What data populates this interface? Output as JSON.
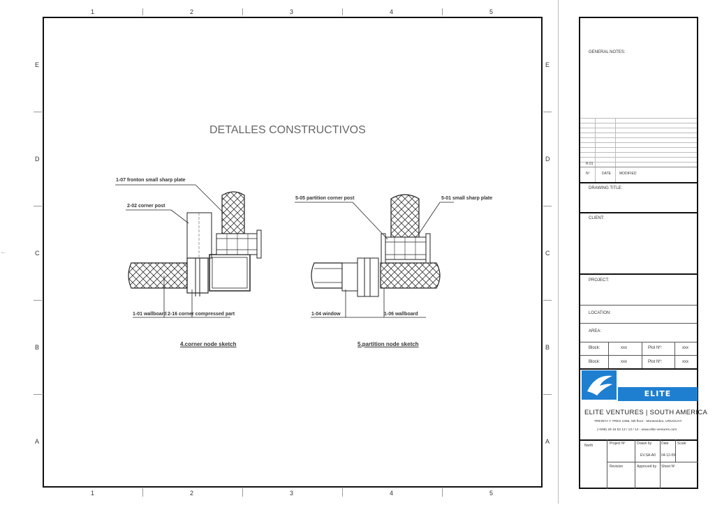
{
  "grid": {
    "columns": [
      "1",
      "2",
      "3",
      "4",
      "5"
    ],
    "rows": [
      "E",
      "D",
      "C",
      "B",
      "A"
    ]
  },
  "drawing": {
    "title": "DETALLES CONSTRUCTIVOS",
    "sketch_left": {
      "labels": [
        "1-07 fronton small sharp plate",
        "2-02 corner post",
        "1-01 wallboard",
        "2-16 corner compressed part"
      ],
      "caption": "4.corner node sketch"
    },
    "sketch_right": {
      "labels": [
        "5-05 partition corner post",
        "5-01 small sharp plate",
        "1-04 window",
        "1-06 wallboard"
      ],
      "caption": "5.partition node sketch"
    }
  },
  "title_block": {
    "general_notes": "GENERAL NOTES:",
    "revision_row": "R.01",
    "revision_headers": [
      "Nº",
      "DATE",
      "MODIFIED"
    ],
    "drawing_title": "DRAWING TITLE:",
    "client": "CLIENT:",
    "project": "PROJECT:",
    "location": "LOCATION:",
    "area": "AREA:",
    "block_rows": [
      {
        "block_label": "Block:",
        "block_value": "xxx",
        "plot_label": "Plot Nº:",
        "plot_value": "xxx"
      },
      {
        "block_label": "Block:",
        "block_value": "xxx",
        "plot_label": "Plot Nº:",
        "plot_value": "xxx"
      }
    ],
    "logo_text": "ELITE VENTURES",
    "company": "ELITE VENTURES | SOUTH AMERICA",
    "address": "TREINTA Y TRES 1356, 5th floor - Montevideo, URUGUAY",
    "contact": "(+598) 29 16 52 13 / 13 / 14 - www.elite-ventures.com",
    "north_label": "North",
    "project_no_label": "Project Nº",
    "drawn_by_label": "Drawn by",
    "date_label": "Date",
    "scale_label": "Scale",
    "project_no_value": "EV.SA-A0",
    "date_value": "04-12-09",
    "revision_label": "Revision",
    "approved_by_label": "Approved by",
    "sheet_label": "Sheet Nº",
    "colors": {
      "logo_blue": "#1e7fd1",
      "border": "#111111"
    }
  }
}
